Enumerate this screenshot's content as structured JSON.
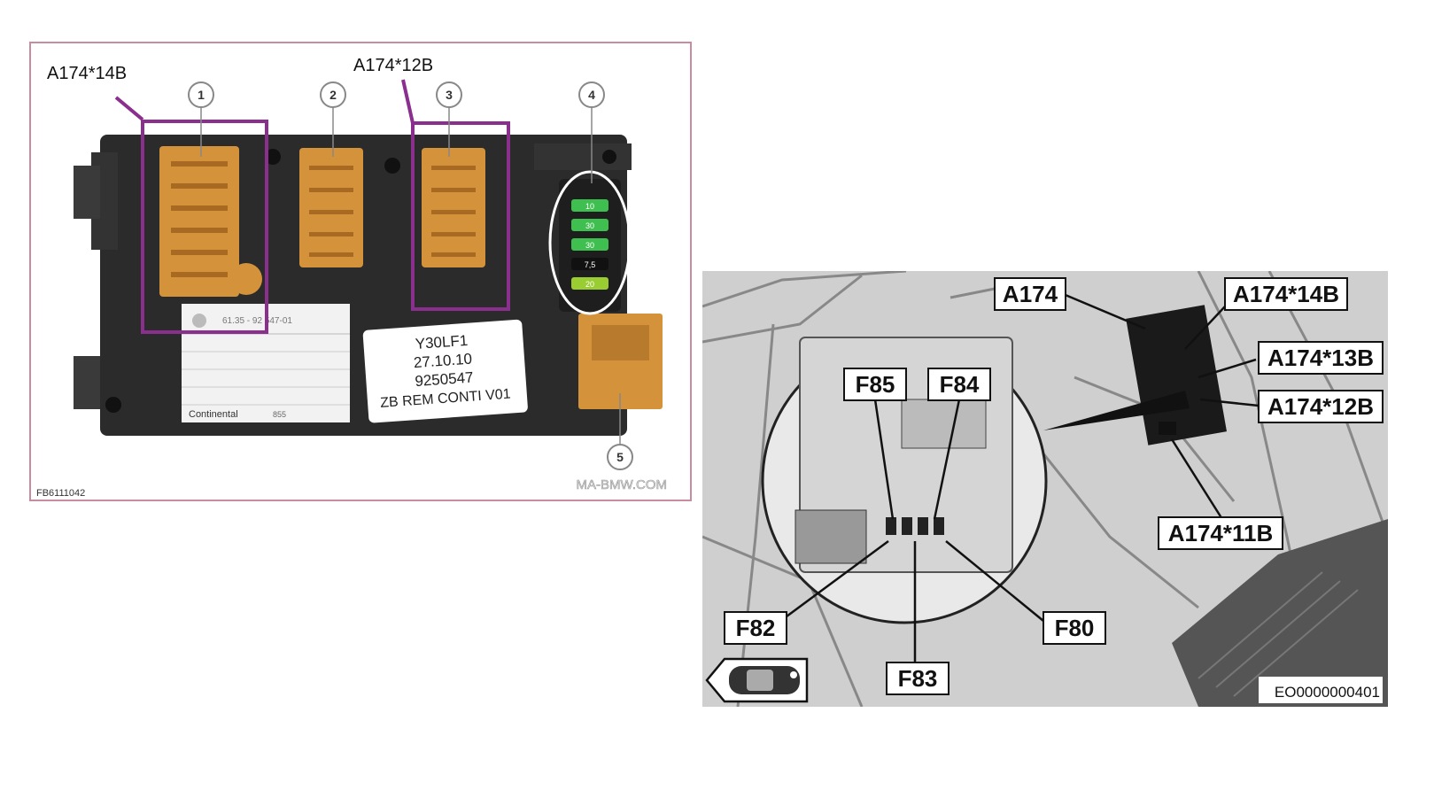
{
  "left_figure": {
    "callouts": {
      "top_left": "A174*14B",
      "top_middle": "A174*12B"
    },
    "numbers": [
      "1",
      "2",
      "3",
      "4",
      "5"
    ],
    "fuse_values": [
      "10",
      "30",
      "30",
      "7,5",
      "20"
    ],
    "label_card": {
      "lines": [
        "Y30LF1",
        "27.10.10",
        "9250547",
        "ZB REM CONTI V01"
      ]
    },
    "sticker": {
      "part_no": "61.35 - 92 547-01",
      "brand": "Continental",
      "code": "855"
    },
    "figure_id": "FB6111042",
    "watermark": "MA-BMW.COM"
  },
  "right_figure": {
    "labels": {
      "a174": "A174",
      "a174_14b": "A174*14B",
      "a174_13b": "A174*13B",
      "a174_12b": "A174*12B",
      "a174_11b": "A174*11B",
      "f85": "F85",
      "f84": "F84",
      "f82": "F82",
      "f83": "F83",
      "f80": "F80"
    },
    "figure_id": "EO0000000401"
  },
  "colors": {
    "highlight": "#8b2f8f",
    "connector": "#d4933a",
    "module_body": "#2b2b2b",
    "frame_border": "#c98ba0"
  },
  "icons": [
    "car-top-view-icon"
  ]
}
